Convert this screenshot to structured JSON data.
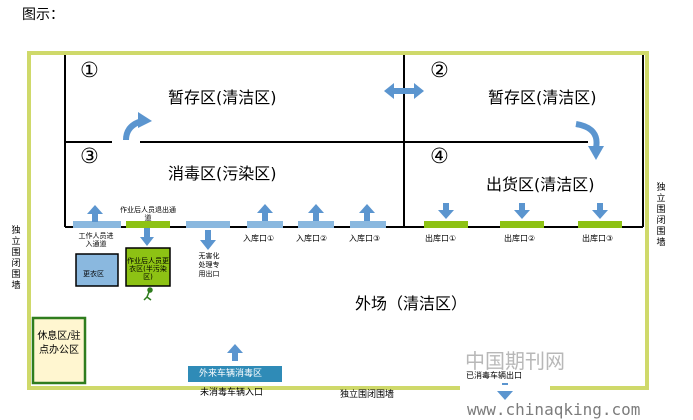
{
  "caption": "图示：",
  "zones": {
    "z1": {
      "number": "①",
      "label": "暂存区(清洁区)"
    },
    "z2": {
      "number": "②",
      "label": "暂存区(清洁区)"
    },
    "z3": {
      "number": "③",
      "label": "消毒区(污染区)"
    },
    "z4": {
      "number": "④",
      "label": "出货区(清洁区)"
    }
  },
  "outer_area": "外场（清洁区）",
  "wall_left": "独立围闭围墙",
  "wall_right": "独立围闭围墙",
  "wall_bottom": "独立围闭围墙",
  "rest_area": "休息区/驻点办公区",
  "worker_exit": "作业后人员退出通道",
  "worker_entry": "工作人员进入通道",
  "changing_room": "更衣区",
  "half_contaminated": "作业后人员更衣区(半污染区)",
  "harmless_exit": "无害化处理专用出口",
  "inbound": [
    "入库口①",
    "入库口②",
    "入库口③"
  ],
  "outbound": [
    "出库口①",
    "出库口②",
    "出库口③"
  ],
  "vehicle_zone": "外来车辆消毒区",
  "vehicle_entry": "未消毒车辆入口",
  "vehicle_exit": "已消毒车辆出口",
  "watermark_cn": "中国期刊网",
  "watermark_url": "www.chinaqking.com",
  "colors": {
    "wall": "#cfd96a",
    "blue": "#8ab8df",
    "green": "#8dc214",
    "arrow": "#5b95cf",
    "dark_green": "#2f7d1e"
  }
}
